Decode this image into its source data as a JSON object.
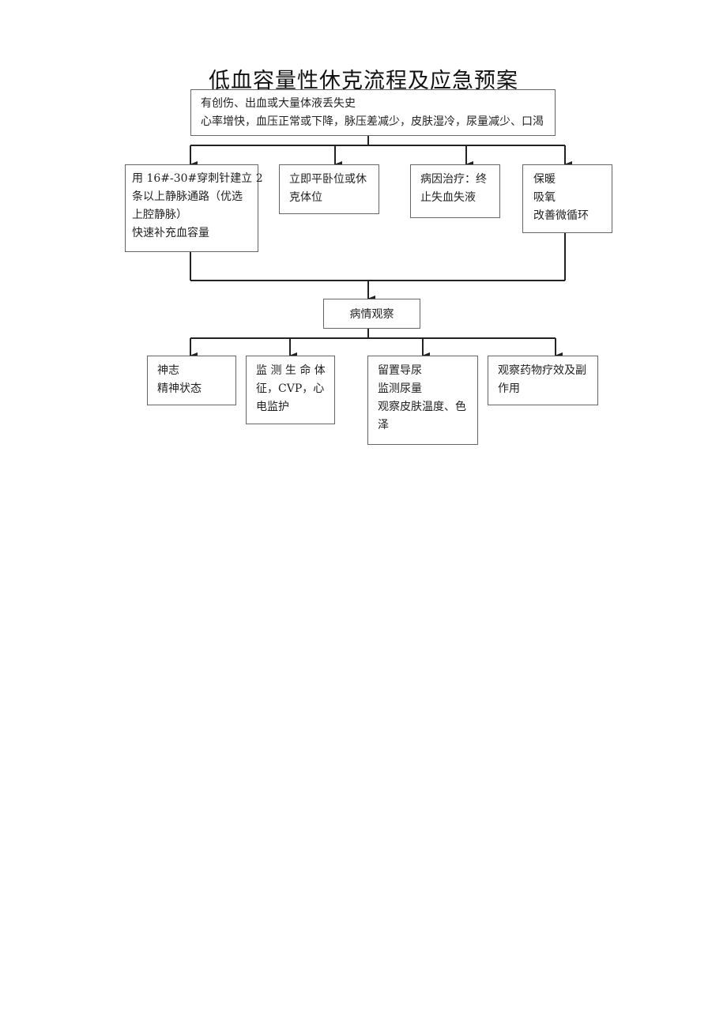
{
  "title": "低血容量性休克流程及应急预案",
  "top_box": {
    "line1": "有创伤、出血或大量体液丢失史",
    "line2": "心率增快，血压正常或下降，脉压差减少，皮肤湿冷，尿量减少、口渴"
  },
  "interventions": [
    {
      "lines": [
        "用 16#-30#穿刺针建立 2",
        "条以上静脉通路（优选",
        "上腔静脉）",
        "快速补充血容量"
      ]
    },
    {
      "lines": [
        "立即平卧位或休",
        "克体位"
      ]
    },
    {
      "lines": [
        "病因治疗：终",
        "止失血失液"
      ]
    },
    {
      "lines": [
        "保暖",
        "吸氧",
        "改善微循环"
      ]
    }
  ],
  "observation": {
    "label": "病情观察"
  },
  "monitoring": [
    {
      "lines": [
        "神志",
        "精神状态"
      ]
    },
    {
      "lines": [
        "监 测 生 命 体",
        "征，CVP，心",
        "电监护"
      ]
    },
    {
      "lines": [
        "留置导尿",
        "监测尿量",
        "观察皮肤温度、色",
        "泽"
      ]
    },
    {
      "lines": [
        "观察药物疗效及副",
        "作用"
      ]
    }
  ]
}
